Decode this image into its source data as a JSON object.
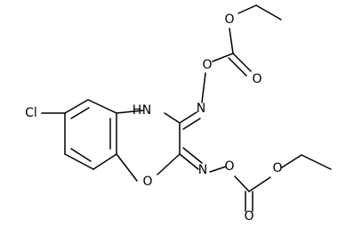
{
  "structure": {
    "atom_labels": {
      "chlorine": "Cl",
      "amine_nh": "N",
      "amine_h": "H",
      "ring_oxygen": "O",
      "imine_n_top": "N",
      "imine_n_bottom": "N",
      "oxime_o_top": "O",
      "oxime_o_bottom": "O",
      "carbonyl_o_top": "O",
      "ester_o_top": "O",
      "carbonyl_o_bottom": "O",
      "ester_o_bottom": "O"
    }
  }
}
